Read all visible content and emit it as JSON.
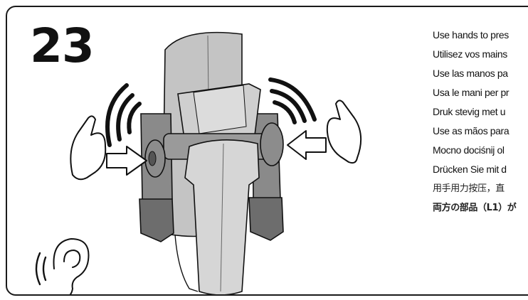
{
  "step": {
    "number": "23"
  },
  "instructions": [
    {
      "lang": "en",
      "text": "Use hands to pres"
    },
    {
      "lang": "fr",
      "text": "Utilisez vos mains"
    },
    {
      "lang": "es",
      "text": "Use las manos pa"
    },
    {
      "lang": "it",
      "text": "Usa le mani per pr"
    },
    {
      "lang": "nl",
      "text": "Druk stevig met u"
    },
    {
      "lang": "pt",
      "text": "Use as mãos para"
    },
    {
      "lang": "pl",
      "text": "Mocno dociśnij ol"
    },
    {
      "lang": "de",
      "text": "Drücken Sie mit d"
    },
    {
      "lang": "zh",
      "text": "用手用力按压，直"
    },
    {
      "lang": "ja",
      "text": "両方の部品（L1）が"
    }
  ],
  "icons": {
    "hands": "hand-icon",
    "arrows": "press-arrow-icon",
    "sound": "sound-wave-icon",
    "ear": "ear-icon"
  },
  "colors": {
    "part_fill": "#bfbfbf",
    "part_dark": "#7a7a7a",
    "outline": "#111111"
  }
}
